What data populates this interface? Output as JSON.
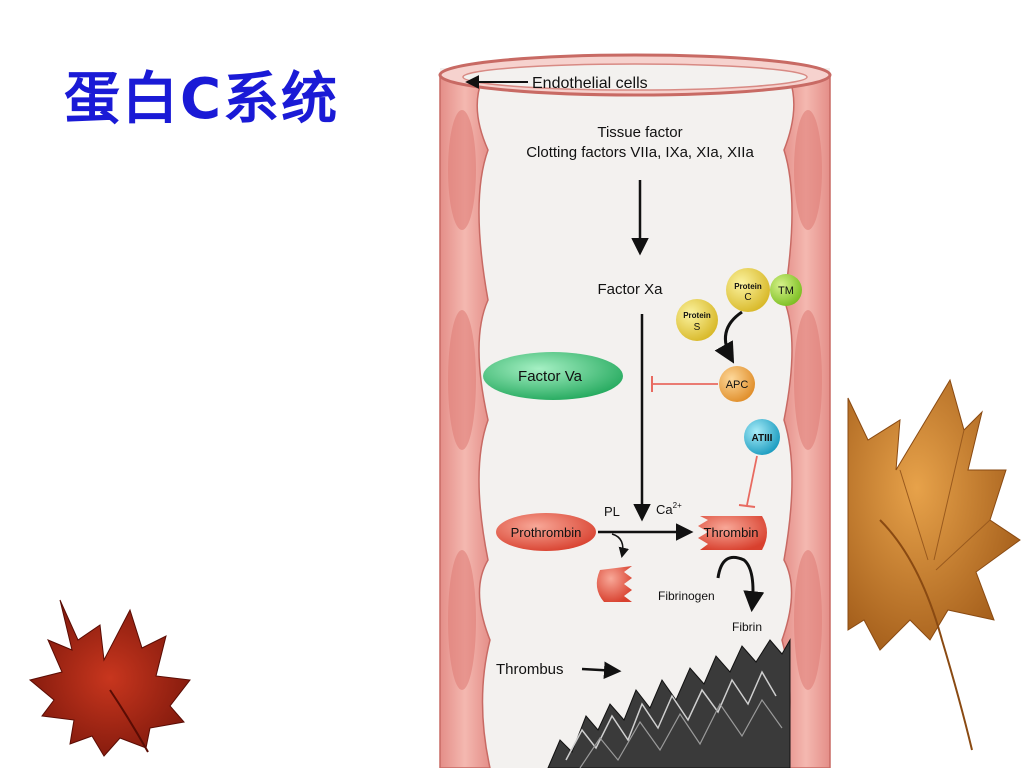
{
  "slide": {
    "title": "蛋白C系统"
  },
  "diagram": {
    "endothelial_label": "Endothelial cells",
    "initiators": {
      "line1": "Tissue factor",
      "line2": "Clotting factors VIIa, IXa, XIa, XIIa"
    },
    "factor_xa": "Factor Xa",
    "protein_c": {
      "line1": "Protein",
      "line2": "C"
    },
    "protein_s": {
      "line1": "Protein",
      "line2": "S"
    },
    "tm": "TM",
    "apc": "APC",
    "factor_va": "Factor Va",
    "atiii": "ATIII",
    "pl": "PL",
    "ca": "Ca",
    "ca_sup": "2+",
    "prothrombin": "Prothrombin",
    "thrombin": "Thrombin",
    "fibrinogen": "Fibrinogen",
    "fibrin": "Fibrin",
    "thrombus": "Thrombus"
  },
  "colors": {
    "title": "#1a1ad6",
    "vessel_wall": "#eaa09a",
    "vessel_lumen": "#f3f1ef",
    "factor_va": "#3ec87a",
    "protein": "#e8d84a",
    "tm": "#9ed63a",
    "apc": "#f2a848",
    "atiii": "#3ab8d8",
    "thrombin": "#e85a4a",
    "inhibit_line": "#e86a60"
  }
}
